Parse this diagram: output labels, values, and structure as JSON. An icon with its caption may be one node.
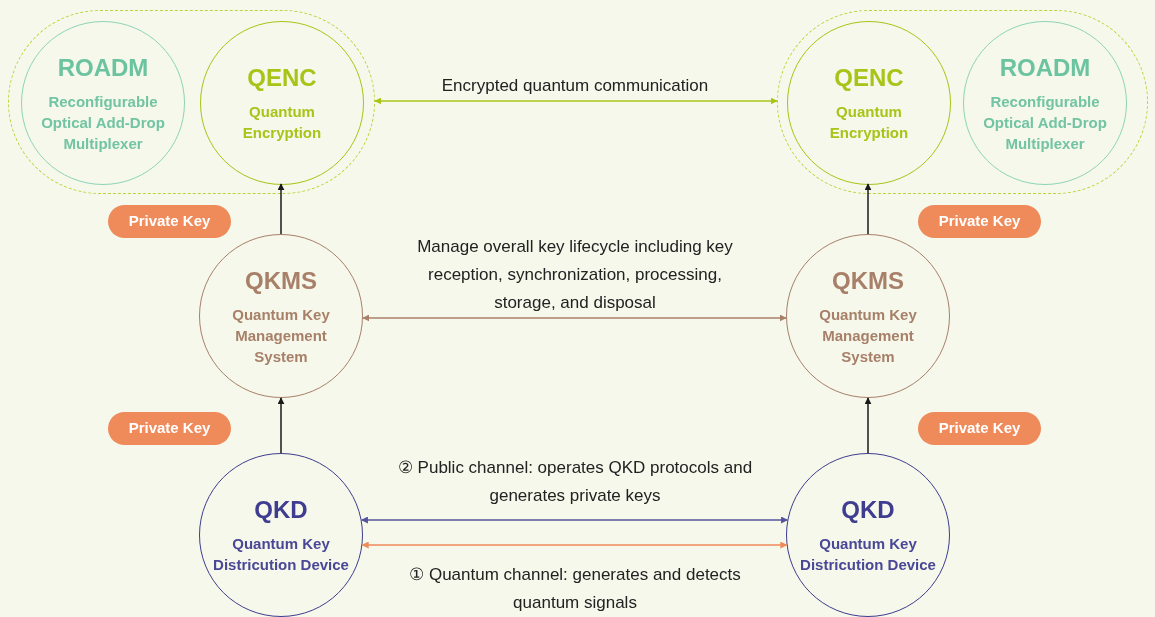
{
  "diagram": {
    "nodes": [
      {
        "text": [],
        "shape": "capsule"
      },
      {
        "text": [
          "ROADM",
          "Reconfigurable Optical Add-Drop Multiplexer"
        ],
        "in": 0
      },
      {
        "text": [
          "QENC",
          "Quantum Encryption"
        ],
        "in": 0
      },
      {
        "text": [],
        "shape": "capsule"
      },
      {
        "text": [
          "QENC",
          "Quantum Encryption"
        ],
        "in": 3
      },
      {
        "text": [
          "ROADM",
          "Reconfigurable Optical Add-Drop Multiplexer"
        ],
        "in": 3
      },
      {
        "text": [
          "Private Key"
        ]
      },
      {
        "text": [
          "Private Key"
        ]
      },
      {
        "text": [
          "QKMS",
          "Quantum Key Management System"
        ]
      },
      {
        "text": [
          "QKMS",
          "Quantum Key Management System"
        ]
      },
      {
        "text": [
          "Private Key"
        ]
      },
      {
        "text": [
          "Private Key"
        ]
      },
      {
        "text": [
          "QKD",
          "Quantum Key Districution Device"
        ]
      },
      {
        "text": [
          "QKD",
          "Quantum Key Districution Device"
        ]
      }
    ],
    "edges": [
      {
        "from": 0,
        "to": 3,
        "arrow": "both",
        "label": "Encrypted quantum communication",
        "color": "#a8c418"
      },
      {
        "from": 8,
        "to": 9,
        "arrow": "both",
        "label": "Manage overall key lifecycle including key  reception, synchronization, processing, storage, and disposal",
        "color": "#a8806a"
      },
      {
        "from": 12,
        "to": 13,
        "arrow": "both",
        "label": "② Public channel: operates QKD protocols and generates private keys",
        "color": "#56539c"
      },
      {
        "from": 12,
        "to": 13,
        "arrow": "both",
        "label": "① Quantum channel: generates and detects quantum signals",
        "color": "#ef8a5a"
      },
      {
        "from": 8,
        "to": 2,
        "arrow": "to"
      },
      {
        "from": 12,
        "to": 8,
        "arrow": "to"
      },
      {
        "from": 9,
        "to": 4,
        "arrow": "to"
      },
      {
        "from": 13,
        "to": 9,
        "arrow": "to"
      }
    ]
  }
}
